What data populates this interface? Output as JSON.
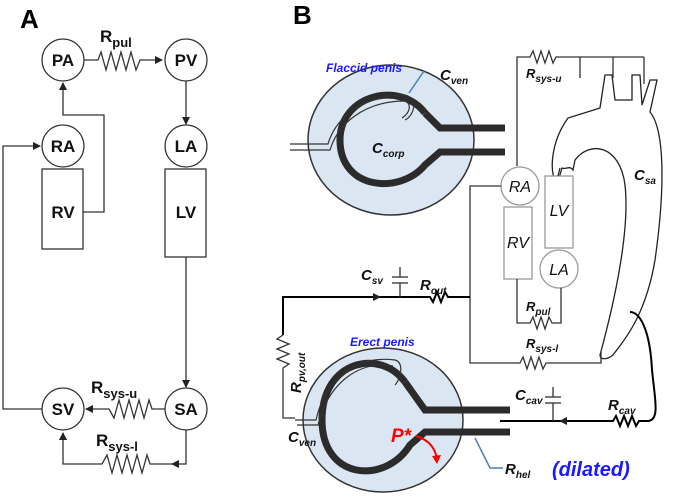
{
  "panel_a": {
    "label": "A",
    "nodes": {
      "pa": "PA",
      "pv": "PV",
      "ra": "RA",
      "la": "LA",
      "rv": "RV",
      "lv": "LV",
      "sv": "SV",
      "sa": "SA"
    },
    "resistors": {
      "pul": {
        "main": "R",
        "sub": "pul"
      },
      "sys_u": {
        "main": "R",
        "sub": "sys-u"
      },
      "sys_l": {
        "main": "R",
        "sub": "sys-l"
      }
    }
  },
  "panel_b": {
    "label": "B",
    "flaccid_label": "Flaccid penis",
    "erect_label": "Erect penis",
    "dilated_label": "(dilated)",
    "pressure_label": "P*",
    "nodes": {
      "ra": "RA",
      "rv": "RV",
      "lv": "LV",
      "la": "LA"
    },
    "labels": {
      "c_ven_top": {
        "main": "C",
        "sub": "ven"
      },
      "c_corp": {
        "main": "C",
        "sub": "corp"
      },
      "c_sa": {
        "main": "C",
        "sub": "sa"
      },
      "r_sys_u": {
        "main": "R",
        "sub": "sys-u"
      },
      "r_pul": {
        "main": "R",
        "sub": "pul"
      },
      "r_sys_l": {
        "main": "R",
        "sub": "sys-l"
      },
      "c_sv": {
        "main": "C",
        "sub": "sv"
      },
      "r_out": {
        "main": "R",
        "sub": "out"
      },
      "r_pv_out": {
        "main": "R",
        "sub": "pv,out"
      },
      "c_ven_bottom": {
        "main": "C",
        "sub": "ven"
      },
      "c_cav": {
        "main": "C",
        "sub": "cav"
      },
      "r_cav": {
        "main": "R",
        "sub": "cav"
      },
      "r_hel": {
        "main": "R",
        "sub": "hel"
      }
    },
    "colors": {
      "tissue": "#dbe6f3",
      "vessel": "#2b2b2b",
      "blue_text": "#1a1aff",
      "red_text": "#ff0000",
      "pointer": "#4a7fc0"
    }
  }
}
